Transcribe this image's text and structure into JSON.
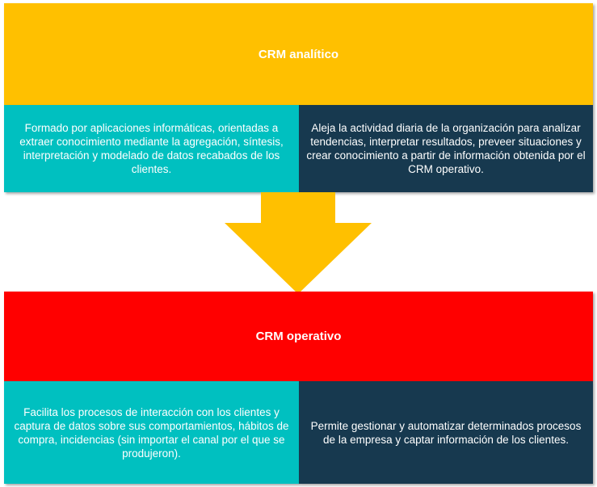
{
  "analitico": {
    "title": "CRM analítico",
    "left_text": "Formado por aplicaciones informáticas, orientadas a extraer conocimiento mediante la agregación, síntesis, interpretación y modelado de datos recabados de los clientes.",
    "right_text": "Aleja la actividad diaria de la organización para analizar tendencias, interpretar resultados, preveer situaciones y crear conocimiento a partir de información obtenida por el CRM operativo."
  },
  "operativo": {
    "title": "CRM operativo",
    "left_text": "Facilita los procesos de interacción con los clientes y captura de datos sobre sus comportamientos, hábitos de compra, incidencias (sin importar el canal por el que se produjeron).",
    "right_text": "Permite gestionar y automatizar determinados procesos de la empresa y captar información de los clientes."
  },
  "colors": {
    "analitico_header": "#FFC000",
    "operativo_header": "#FF0000",
    "teal": "#00C0C0",
    "navy": "#17394F",
    "arrow": "#FFC000"
  }
}
